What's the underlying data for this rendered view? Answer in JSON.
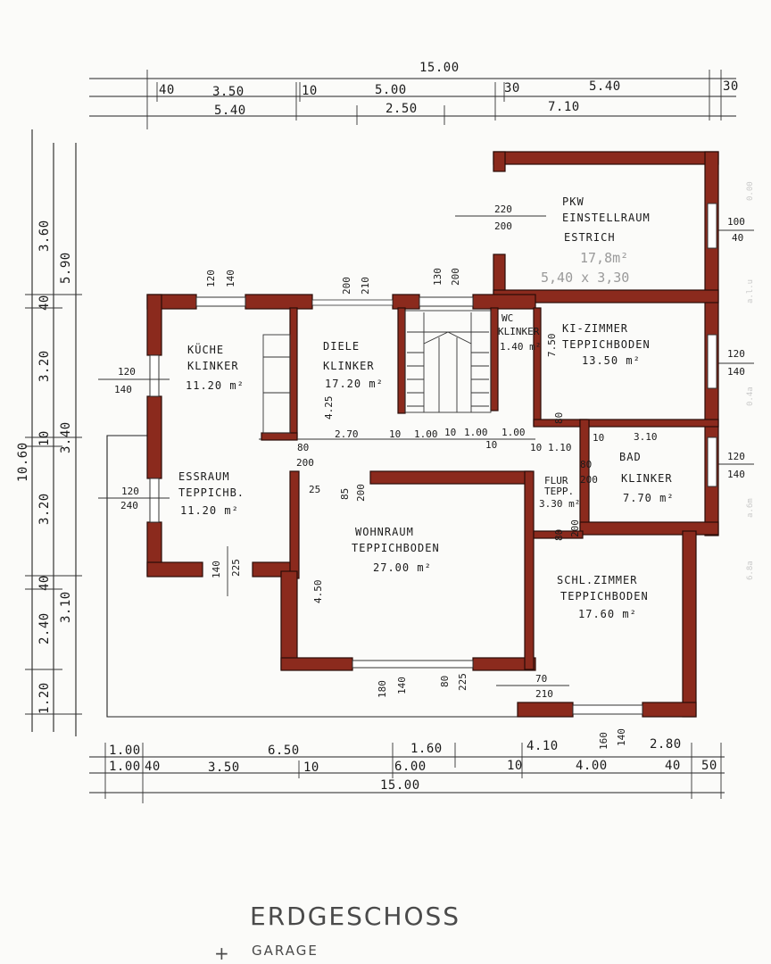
{
  "title": "ERDGESCHOSS",
  "subtitle_plus": "+",
  "subtitle": "GARAGE",
  "dimensions": {
    "top_total": "15.00",
    "top_row1": [
      "40",
      "3.50",
      "10",
      "5.00",
      "30",
      "5.40",
      "30"
    ],
    "top_row2": [
      "5.40",
      "2.50",
      "7.10"
    ],
    "bottom_row1": [
      "1.00",
      "6.50",
      "1.60",
      "4.10",
      "2.80"
    ],
    "bottom_row2": [
      "1.00",
      "40",
      "3.50",
      "10",
      "6.00",
      "10",
      "4.00",
      "40",
      "50"
    ],
    "bottom_total": "15.00",
    "left_total": "10.60",
    "left_outer": [
      "3.60",
      "40",
      "3.20",
      "10",
      "3.20",
      "40",
      "2.40",
      "1.20"
    ],
    "left_inner": [
      "5.90",
      "3.40",
      "3.10"
    ],
    "right_labels": [
      "100",
      "40",
      "120",
      "140",
      "120",
      "140"
    ]
  },
  "rooms": {
    "garage": {
      "name": "PKW",
      "type": "EINSTELLRAUM",
      "floor": "ESTRICH",
      "area": "17,8m²",
      "size": "5,40 x 3,30"
    },
    "kueche": {
      "name": "KÜCHE",
      "floor": "KLINKER",
      "area": "11.20 m²"
    },
    "diele": {
      "name": "DIELE",
      "floor": "KLINKER",
      "area": "17.20 m²"
    },
    "wc": {
      "name": "WC",
      "floor": "KLINKER",
      "area": "1.40 m²"
    },
    "kizimmer": {
      "name": "KI-ZIMMER",
      "floor": "TEPPICHBODEN",
      "area": "13.50 m²"
    },
    "essraum": {
      "name": "ESSRAUM",
      "floor": "TEPPICHB.",
      "area": "11.20 m²"
    },
    "wohnraum": {
      "name": "WOHNRAUM",
      "floor": "TEPPICHBODEN",
      "area": "27.00 m²"
    },
    "bad": {
      "name": "BAD",
      "floor": "KLINKER",
      "area": "7.70 m²"
    },
    "flur": {
      "name": "FLUR",
      "floor": "TEPP.",
      "area": "3.30 m²"
    },
    "schlzimmer": {
      "name": "SCHL.ZIMMER",
      "floor": "TEPPICHBODEN",
      "area": "17.60 m²"
    }
  },
  "openings": {
    "garage_door": [
      "220",
      "200"
    ],
    "kueche_window": [
      "120",
      "140"
    ],
    "diele_window": [
      "200",
      "210"
    ],
    "stair_window": [
      "130",
      "200"
    ],
    "kueche_left": [
      "120",
      "140"
    ],
    "ess_left": [
      "120",
      "240"
    ],
    "ess_bottom": [
      "140",
      "225"
    ],
    "diele_door": [
      "80",
      "200"
    ],
    "wohn_door": [
      "85",
      "200"
    ],
    "wohn_window": [
      "180",
      "140"
    ],
    "wohn_door2": [
      "80",
      "225"
    ],
    "flur_door": [
      "80",
      "200"
    ],
    "flur_door2": [
      "80",
      "200"
    ],
    "schl_door": [
      "70",
      "210"
    ],
    "schl_window": [
      "160",
      "140"
    ],
    "wc_door": [
      "7.50"
    ],
    "bad_door": [
      "80"
    ]
  },
  "inner_dims": [
    "2.70",
    "10",
    "1.00",
    "10",
    "1.00",
    "10",
    "1.00",
    "10",
    "1.10",
    "10",
    "3.10",
    "4.25",
    "4.50",
    "25"
  ],
  "margin_marks": [
    "0.00",
    "a.l.u",
    "0.4a",
    "a.6m",
    "6.8a"
  ]
}
